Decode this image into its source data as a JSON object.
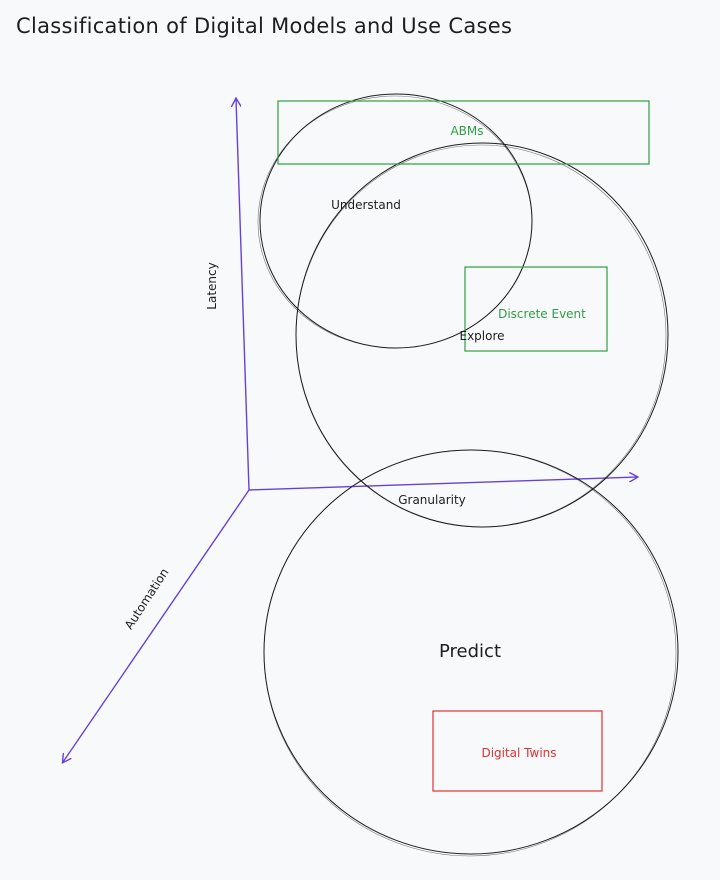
{
  "title": "Classification of Digital Models and Use Cases",
  "axes": {
    "latency": "Latency",
    "granularity": "Granularity",
    "automation": "Automation"
  },
  "regions": {
    "understand": "Understand",
    "explore": "Explore",
    "predict": "Predict"
  },
  "models": {
    "abms": "ABMs",
    "discrete_event": "Discrete Event",
    "digital_twins": "Digital Twins"
  },
  "colors": {
    "axis": "#6741d9",
    "circle": "#1e1e1e",
    "green_model": "#2f9e44",
    "red_model": "#e03131",
    "background": "#f8f9fa"
  }
}
